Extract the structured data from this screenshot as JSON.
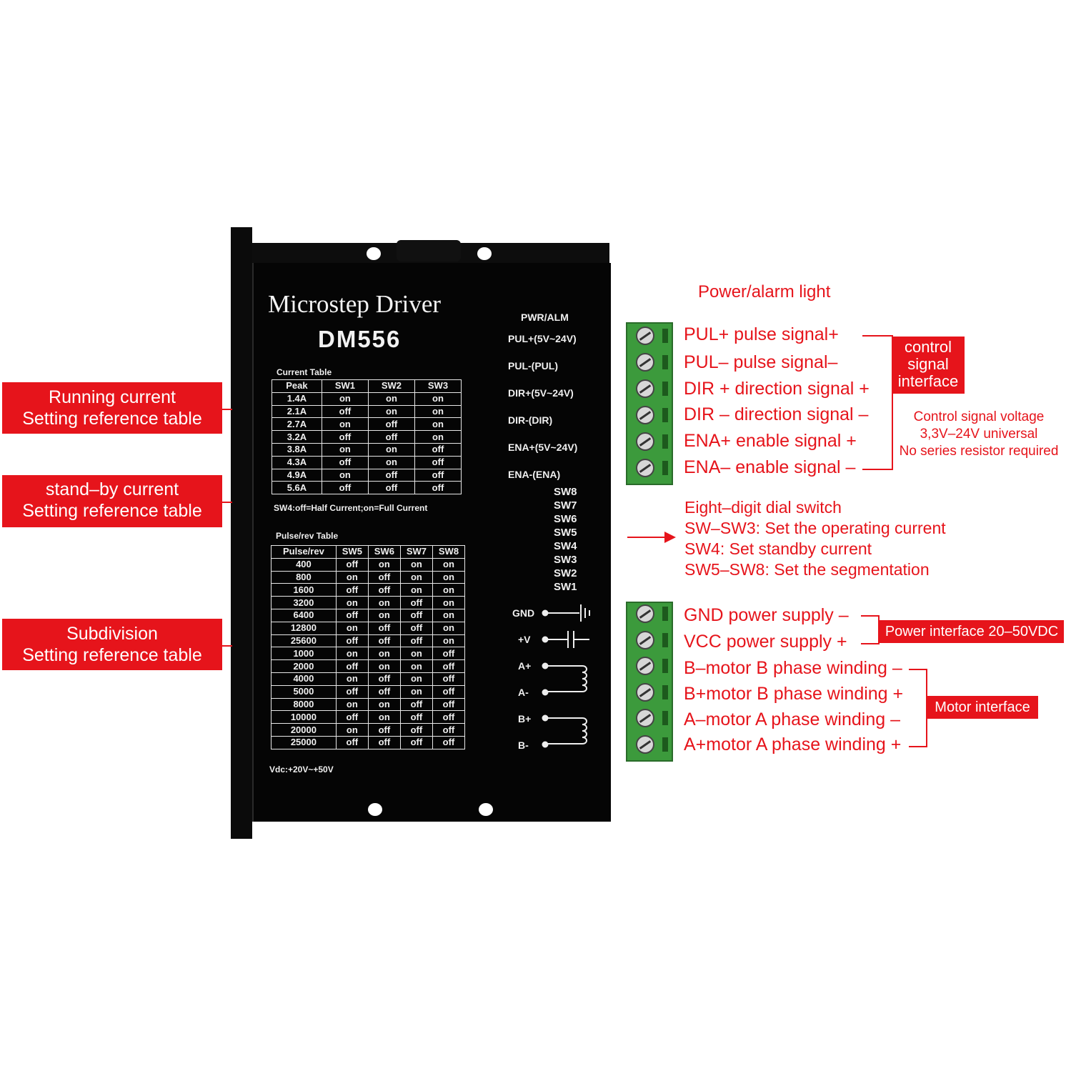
{
  "device": {
    "title": "Microstep Driver",
    "model": "DM556",
    "current_table_title": "Current Table",
    "current_table": {
      "headers": [
        "Peak",
        "SW1",
        "SW2",
        "SW3"
      ],
      "rows": [
        [
          "1.4A",
          "on",
          "on",
          "on"
        ],
        [
          "2.1A",
          "off",
          "on",
          "on"
        ],
        [
          "2.7A",
          "on",
          "off",
          "on"
        ],
        [
          "3.2A",
          "off",
          "off",
          "on"
        ],
        [
          "3.8A",
          "on",
          "on",
          "off"
        ],
        [
          "4.3A",
          "off",
          "on",
          "off"
        ],
        [
          "4.9A",
          "on",
          "off",
          "off"
        ],
        [
          "5.6A",
          "off",
          "off",
          "off"
        ]
      ]
    },
    "sw4_note": "SW4:off=Half Current;on=Full Current",
    "pulse_table_title": "Pulse/rev Table",
    "pulse_table": {
      "headers": [
        "Pulse/rev",
        "SW5",
        "SW6",
        "SW7",
        "SW8"
      ],
      "rows": [
        [
          "400",
          "off",
          "on",
          "on",
          "on"
        ],
        [
          "800",
          "on",
          "off",
          "on",
          "on"
        ],
        [
          "1600",
          "off",
          "off",
          "on",
          "on"
        ],
        [
          "3200",
          "on",
          "on",
          "off",
          "on"
        ],
        [
          "6400",
          "off",
          "on",
          "off",
          "on"
        ],
        [
          "12800",
          "on",
          "off",
          "off",
          "on"
        ],
        [
          "25600",
          "off",
          "off",
          "off",
          "on"
        ],
        [
          "1000",
          "on",
          "on",
          "on",
          "off"
        ],
        [
          "2000",
          "off",
          "on",
          "on",
          "off"
        ],
        [
          "4000",
          "on",
          "off",
          "on",
          "off"
        ],
        [
          "5000",
          "off",
          "off",
          "on",
          "off"
        ],
        [
          "8000",
          "on",
          "on",
          "off",
          "off"
        ],
        [
          "10000",
          "off",
          "on",
          "off",
          "off"
        ],
        [
          "20000",
          "on",
          "off",
          "off",
          "off"
        ],
        [
          "25000",
          "off",
          "off",
          "off",
          "off"
        ]
      ]
    },
    "vdc": "Vdc:+20V~+50V",
    "pwr_alm": "PWR/ALM",
    "signal_pins": [
      "PUL+(5V~24V)",
      "PUL-(PUL)",
      "DIR+(5V~24V)",
      "DIR-(DIR)",
      "ENA+(5V~24V)",
      "ENA-(ENA)"
    ],
    "dip_switches": [
      "SW8",
      "SW7",
      "SW6",
      "SW5",
      "SW4",
      "SW3",
      "SW2",
      "SW1"
    ],
    "power_pins": [
      "GND",
      "+V"
    ],
    "motor_pins": [
      "A+",
      "A-",
      "B+",
      "B-"
    ]
  },
  "annotations": {
    "left": [
      {
        "line1": "Running current",
        "line2": "Setting reference table"
      },
      {
        "line1": "stand–by current",
        "line2": "Setting reference table"
      },
      {
        "line1": "Subdivision",
        "line2": "Setting reference table"
      }
    ],
    "power_alarm_light": "Power/alarm light",
    "control_signals": [
      "PUL+ pulse signal+",
      "PUL– pulse signal–",
      "DIR + direction signal +",
      "DIR – direction signal –",
      "ENA+ enable signal +",
      "ENA– enable signal –"
    ],
    "control_signal_interface": [
      "control",
      "signal",
      "interface"
    ],
    "control_voltage_note": [
      "Control signal voltage",
      "3,3V–24V universal",
      "No series resistor required"
    ],
    "dial_switch": [
      "Eight–digit dial switch",
      "SW–SW3: Set the operating current",
      "SW4: Set standby current",
      "SW5–SW8: Set the segmentation"
    ],
    "power_lines": [
      "GND power supply –",
      "VCC power supply +"
    ],
    "power_interface": "Power interface 20–50VDC",
    "motor_lines": [
      "B–motor B phase winding –",
      "B+motor B phase winding +",
      "A–motor A phase winding –",
      "A+motor A phase winding +"
    ],
    "motor_interface": "Motor interface"
  },
  "colors": {
    "accent_red": "#e6141b",
    "terminal_green": "#3c9a3c",
    "driver_black": "#050505"
  }
}
